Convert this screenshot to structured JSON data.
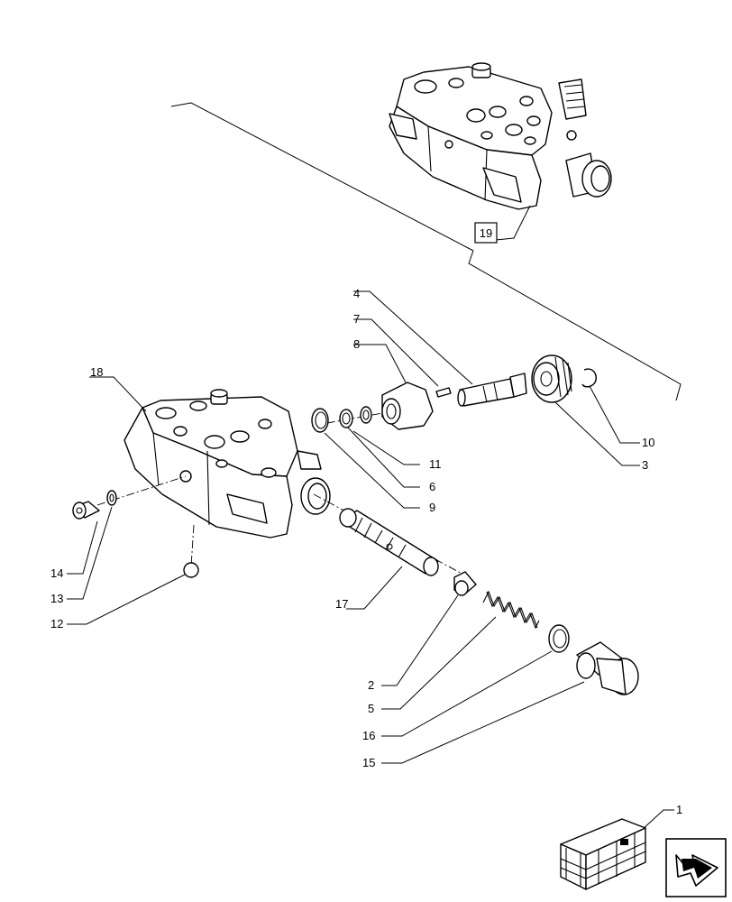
{
  "callouts": [
    {
      "id": "1",
      "text": "1"
    },
    {
      "id": "2",
      "text": "2"
    },
    {
      "id": "3",
      "text": "3"
    },
    {
      "id": "4",
      "text": "4"
    },
    {
      "id": "5",
      "text": "5"
    },
    {
      "id": "6",
      "text": "6"
    },
    {
      "id": "7",
      "text": "7"
    },
    {
      "id": "8",
      "text": "8"
    },
    {
      "id": "9",
      "text": "9"
    },
    {
      "id": "10",
      "text": "10"
    },
    {
      "id": "11",
      "text": "11"
    },
    {
      "id": "12",
      "text": "12"
    },
    {
      "id": "13",
      "text": "13"
    },
    {
      "id": "14",
      "text": "14"
    },
    {
      "id": "15",
      "text": "15"
    },
    {
      "id": "16",
      "text": "16"
    },
    {
      "id": "17",
      "text": "17"
    },
    {
      "id": "18",
      "text": "18"
    }
  ],
  "boxed_callout": {
    "text": "19"
  },
  "icons": [
    "valve-assembly-icon",
    "parts-crate-icon",
    "next-page-arrow-icon"
  ]
}
